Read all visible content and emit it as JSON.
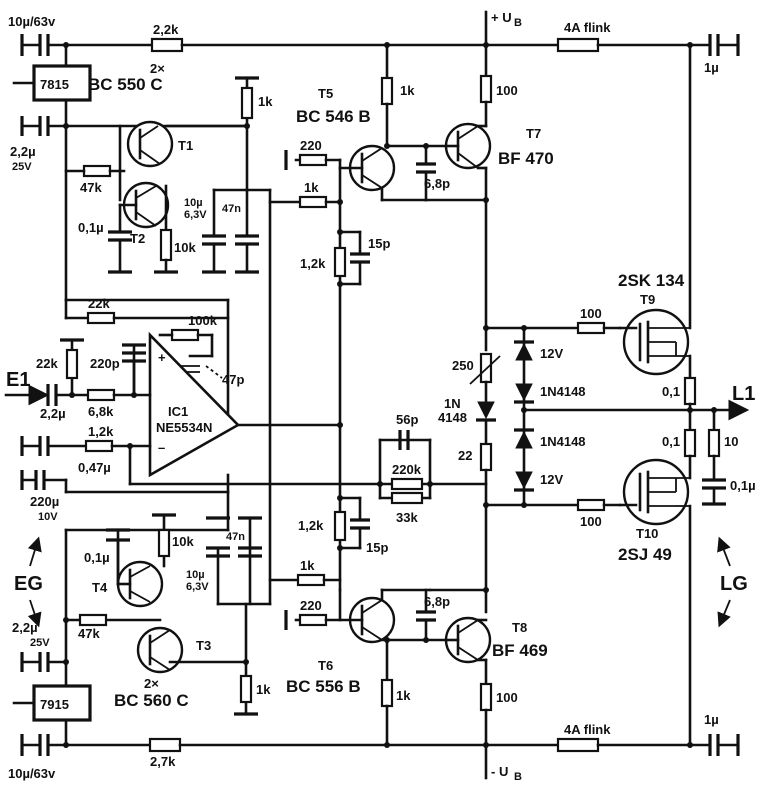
{
  "power": {
    "vb_pos": "+ U",
    "vb_neg": "- U",
    "vb_sub": "B"
  },
  "regulators": {
    "top": "7815",
    "bottom": "7915"
  },
  "transistors": {
    "t1": {
      "id": "T1"
    },
    "t2": {
      "id": "T2"
    },
    "t3": {
      "id": "T3"
    },
    "t4": {
      "id": "T4"
    },
    "t5": {
      "id": "T5",
      "type": "BC 546 B"
    },
    "t6": {
      "id": "T6",
      "type": "BC 556 B"
    },
    "t7": {
      "id": "T7",
      "type": "BF 470"
    },
    "t8": {
      "id": "T8",
      "type": "BF 469"
    },
    "t9": {
      "id": "T9",
      "type": "2SK 134"
    },
    "t10": {
      "id": "T10",
      "type": "2SJ 49"
    },
    "pair_top": {
      "qty": "2×",
      "type": "BC 550 C"
    },
    "pair_bottom": {
      "qty": "2×",
      "type": "BC 560 C"
    }
  },
  "ic": {
    "ref": "IC1",
    "type": "NE5534N",
    "plus": "+",
    "minus": "–"
  },
  "components": {
    "c_in_top": "10µ/63v",
    "c_in_bot": "10µ/63v",
    "r_top_22k": "2,2k",
    "r_bot_27k": "2,7k",
    "c_22u_top": "2,2µ",
    "c_22u_top_v": "25V",
    "c_22u_bot": "2,2µ",
    "c_22u_bot_v": "25V",
    "r_47k_top": "47k",
    "r_47k_bot": "47k",
    "c_01u_t2": "0,1µ",
    "c_01u_t4": "0,1µ",
    "r_10k_t2": "10k",
    "r_10k_t4": "10k",
    "c_10u_top": "10µ",
    "c_10u_top_v": "6,3V",
    "c_10u_bot": "10µ",
    "c_10u_bot_v": "6,3V",
    "c_47n_top": "47n",
    "c_47n_bot": "47n",
    "r_1k_top": "1k",
    "r_1k_bot": "1k",
    "r_22k_fb": "22k",
    "r_100k": "100k",
    "c_47p": "47p",
    "r_22k_in": "22k",
    "c_220p": "220p",
    "r_68k": "6,8k",
    "c_22u_in": "2,2µ",
    "r_12k_in": "1,2k",
    "c_047u": "0,47µ",
    "c_220u": "220µ",
    "c_220u_v": "10V",
    "r_220_t5": "220",
    "r_1k_t5": "1k",
    "r_12k_t5": "1,2k",
    "c_15p_top": "15p",
    "r_1k_t5c": "1k",
    "c_68p_top": "6,8p",
    "r_100_t7": "100",
    "r_220_t6": "220",
    "r_1k_t6": "1k",
    "r_12k_t6": "1,2k",
    "c_15p_bot": "15p",
    "r_1k_t6c": "1k",
    "c_68p_bot": "6,8p",
    "r_100_t8": "100",
    "c_56p": "56p",
    "r_220k": "220k",
    "r_33k": "33k",
    "pot_250": "250",
    "diode_1n4148_v": "1N\n4148",
    "diode_1n4148_a": "1N",
    "diode_1n4148_b": "4148",
    "r_22": "22",
    "z_12v_top": "12V",
    "z_12v_bot": "12V",
    "d_1n4148_top": "1N4148",
    "d_1n4148_bot": "1N4148",
    "r_100_t9": "100",
    "r_100_t10": "100",
    "r_01_top": "0,1",
    "r_01_bot": "0,1",
    "r_10": "10",
    "c_01u_out": "0,1µ",
    "link_top": "4A flink",
    "link_bot": "4A flink",
    "c_1u_top": "1µ",
    "c_1u_bot": "1µ"
  },
  "io": {
    "e1": "E1",
    "l1": "L1",
    "eg": "EG",
    "lg": "LG"
  }
}
